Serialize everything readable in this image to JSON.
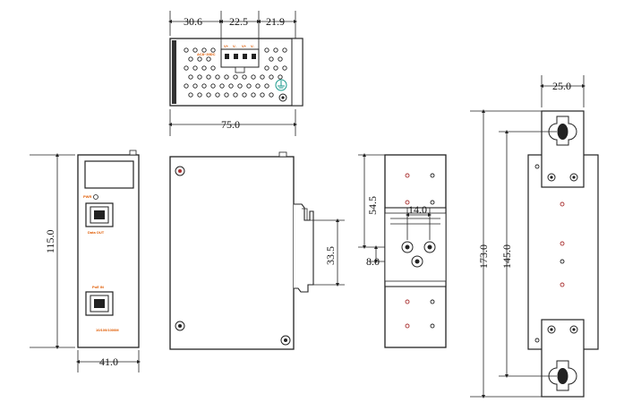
{
  "dims": {
    "top_a": "30.6",
    "top_b": "22.5",
    "top_c": "21.9",
    "top_width": "75.0",
    "front_height": "115.0",
    "front_width": "41.0",
    "rail_gap": "33.5",
    "rail_offset": "8.0",
    "din_height": "54.5",
    "din_hole_spacing": "14.0",
    "wall_width": "25.0",
    "wall_height_total": "173.0",
    "wall_height_holes": "145.0"
  },
  "labels": {
    "power_input": "AC8~30DC",
    "terminal_pins": [
      "V+",
      "V-",
      "V+",
      "V-"
    ],
    "pwr": "PWR",
    "data_out": "Data OUT",
    "poe_in": "PoE IN",
    "speed": "10/100/1000M"
  },
  "colors": {
    "accent": "#e05a00",
    "ground": "#1a9a8c",
    "line": "#222222"
  }
}
